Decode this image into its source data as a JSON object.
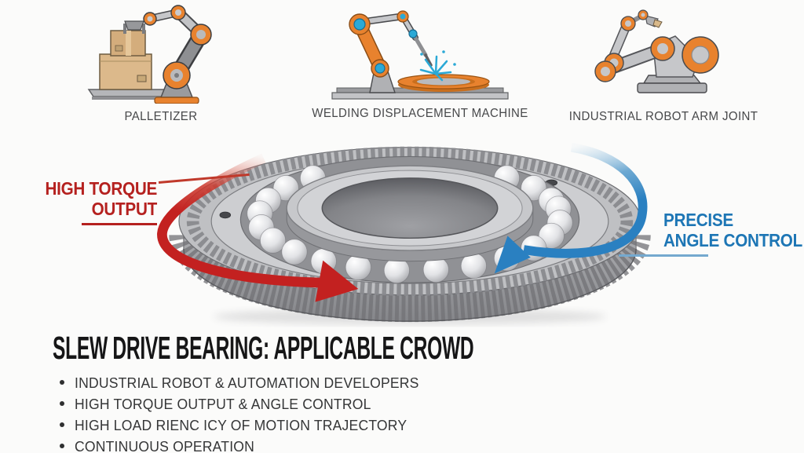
{
  "canvas": {
    "background": "#fbfbfa"
  },
  "applications": {
    "items": [
      {
        "label": "PALLETIZER",
        "icon": "palletizer-robot-icon"
      },
      {
        "label": "WELDING DISPLACEMENT MACHINE",
        "icon": "welding-machine-icon"
      },
      {
        "label": "INDUSTRIAL ROBOT ARM JOINT",
        "icon": "robot-arm-joint-icon"
      }
    ]
  },
  "bearing_diagram": {
    "subject": "slew drive bearing illustration",
    "left_callout": {
      "line1": "HIGH TORQUE",
      "line2": "OUTPUT",
      "color": "#b5211f"
    },
    "right_callout": {
      "line1": "PRECISE",
      "line2": "ANGLE CONTROL",
      "color": "#1d76b5"
    },
    "red_arrow_color": "#c32120",
    "blue_arrow_color": "#2a80c1",
    "red_leader_color": "#c0392b",
    "blue_leader_color": "#74a9cf"
  },
  "info_section": {
    "title": "SLEW DRIVE BEARING: APPLICABLE CROWD",
    "bullets": [
      "INDUSTRIAL ROBOT & AUTOMATION DEVELOPERS",
      "HIGH TORQUE OUTPUT & ANGLE CONTROL",
      "HIGH LOAD RIENC ICY OF MOTION TRAJECTORY",
      "CONTINUOUS OPERATION"
    ]
  }
}
